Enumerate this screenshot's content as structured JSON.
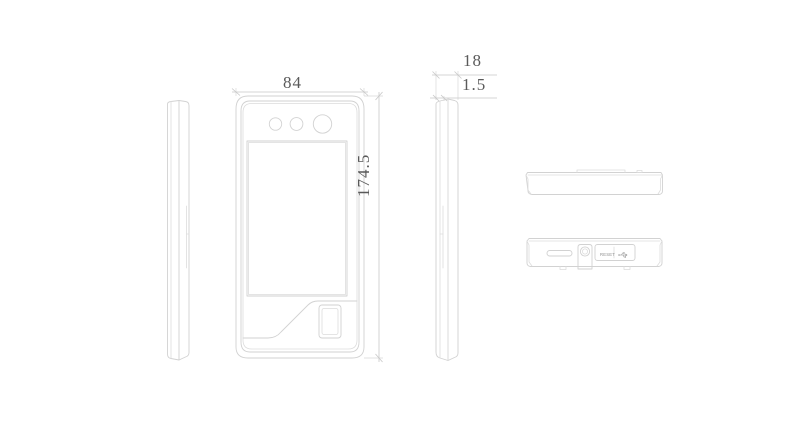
{
  "drawing": {
    "title": "Face recognition terminal mechanical dimension drawing",
    "background_color": "#ffffff",
    "line_color": "#d2d2d2",
    "text_color": "#5a5a5a",
    "units": "mm"
  },
  "dimensions": {
    "width": "84",
    "height": "174.5",
    "depth": "18",
    "bezel_thickness": "1.5"
  },
  "views": {
    "left_side": {
      "name": "left side elevation"
    },
    "front": {
      "name": "front elevation"
    },
    "right_side": {
      "name": "right side elevation"
    },
    "top": {
      "name": "top view"
    },
    "bottom": {
      "name": "bottom view"
    }
  },
  "front_features": {
    "sensor_1": "small-sensor-lens",
    "sensor_2": "small-sensor-lens",
    "sensor_3": "large-camera-lens",
    "screen": "lcd-touchscreen",
    "fingerprint": "fingerprint-reader"
  },
  "bottom_ports": {
    "card_slot": "sd-card-slot",
    "tamper": "tamper-screw",
    "reset_label": "RESET",
    "usb_label": "usb-port-icon"
  }
}
